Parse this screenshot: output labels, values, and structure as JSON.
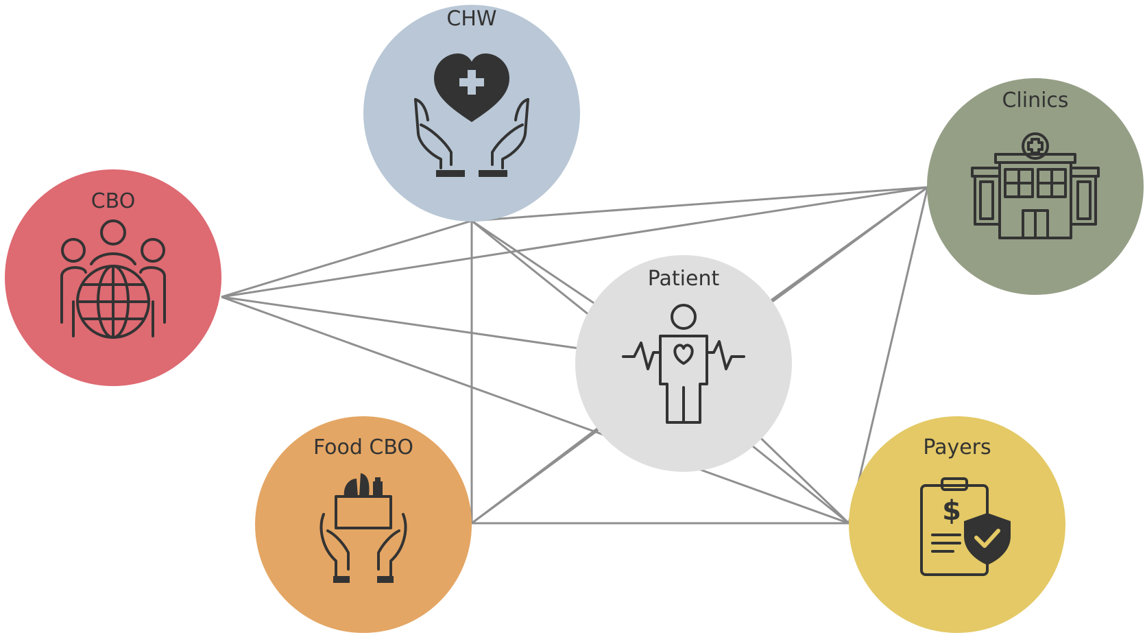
{
  "diagram": {
    "nodes": [
      {
        "id": "chw",
        "label": "CHW",
        "color": "#b9c7d6",
        "icon": "hands-heart-icon"
      },
      {
        "id": "clinics",
        "label": "Clinics",
        "color": "#959f86",
        "icon": "hospital-building-icon"
      },
      {
        "id": "cbo",
        "label": "CBO",
        "color": "#de6a72",
        "icon": "people-globe-icon"
      },
      {
        "id": "patient",
        "label": "Patient",
        "color": "#dfdfdf",
        "icon": "patient-heartbeat-icon"
      },
      {
        "id": "food_cbo",
        "label": "Food CBO",
        "color": "#e4a664",
        "icon": "food-box-hands-icon"
      },
      {
        "id": "payers",
        "label": "Payers",
        "color": "#e4c966",
        "icon": "clipboard-dollar-shield-icon"
      }
    ],
    "edges": [
      [
        "cbo",
        "chw"
      ],
      [
        "cbo",
        "clinics"
      ],
      [
        "cbo",
        "patient"
      ],
      [
        "cbo",
        "payers"
      ],
      [
        "chw",
        "clinics"
      ],
      [
        "chw",
        "patient"
      ],
      [
        "chw",
        "food_cbo"
      ],
      [
        "chw",
        "payers"
      ],
      [
        "clinics",
        "patient"
      ],
      [
        "clinics",
        "food_cbo"
      ],
      [
        "clinics",
        "payers"
      ],
      [
        "food_cbo",
        "patient"
      ],
      [
        "food_cbo",
        "payers"
      ],
      [
        "patient",
        "payers"
      ]
    ],
    "edge_color": "#8f8f8f"
  }
}
